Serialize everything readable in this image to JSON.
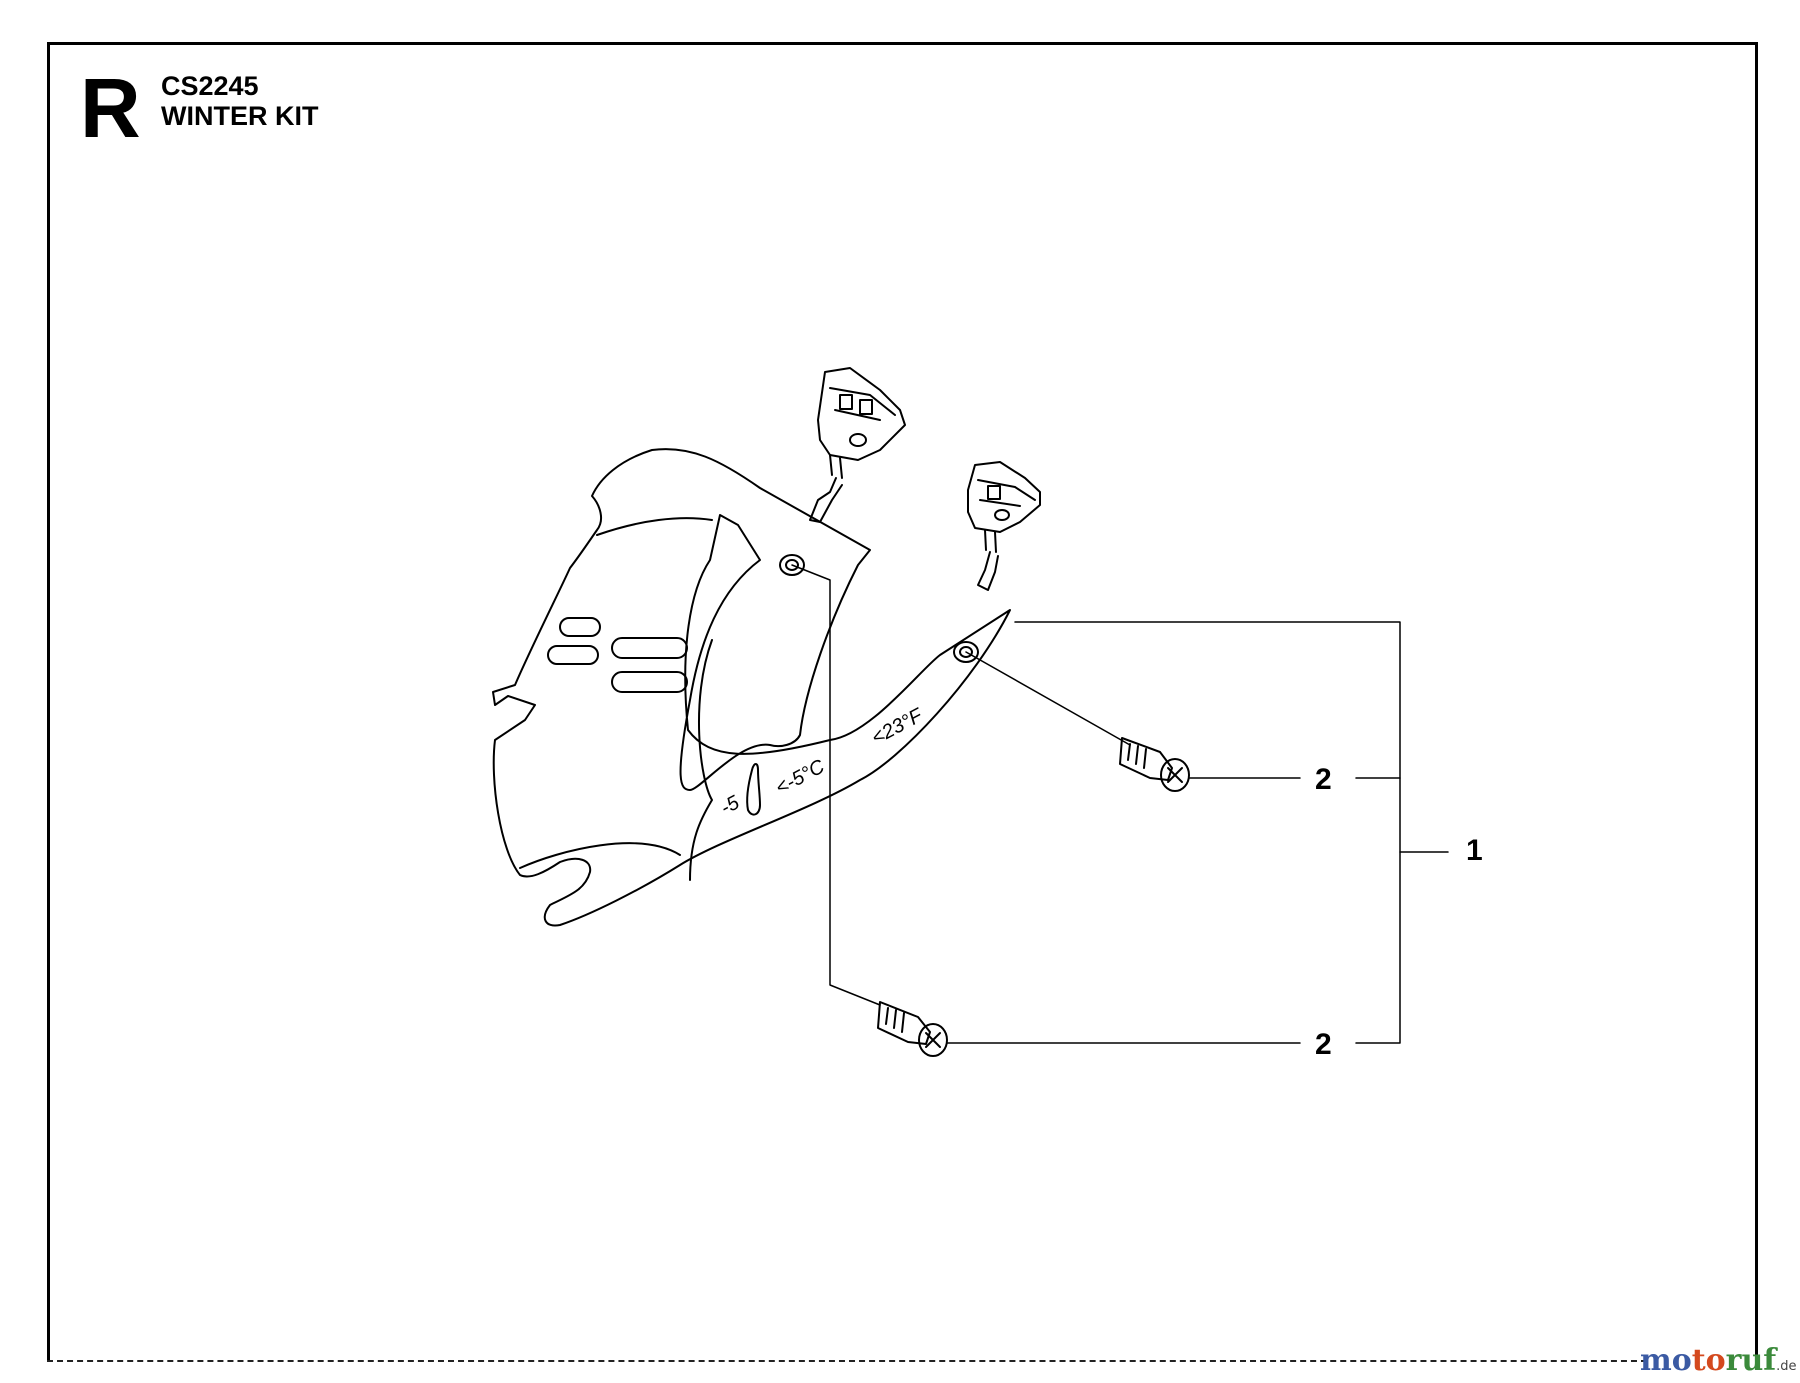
{
  "header": {
    "section_letter": "R",
    "model": "CS2245",
    "title": "WINTER KIT"
  },
  "callouts": {
    "screw_upper": "2",
    "screw_lower": "2",
    "kit": "1"
  },
  "part_markings": {
    "left": "-5",
    "middle": "<-5°C",
    "right": "<23°F"
  },
  "watermark": {
    "part1": "mo",
    "part2": "to",
    "part3": "ruf",
    "suffix": ".de"
  },
  "colors": {
    "line": "#000000",
    "watermark_blue": "#3b5aa3",
    "watermark_orange": "#d4491e",
    "watermark_green": "#3b8a3b"
  }
}
